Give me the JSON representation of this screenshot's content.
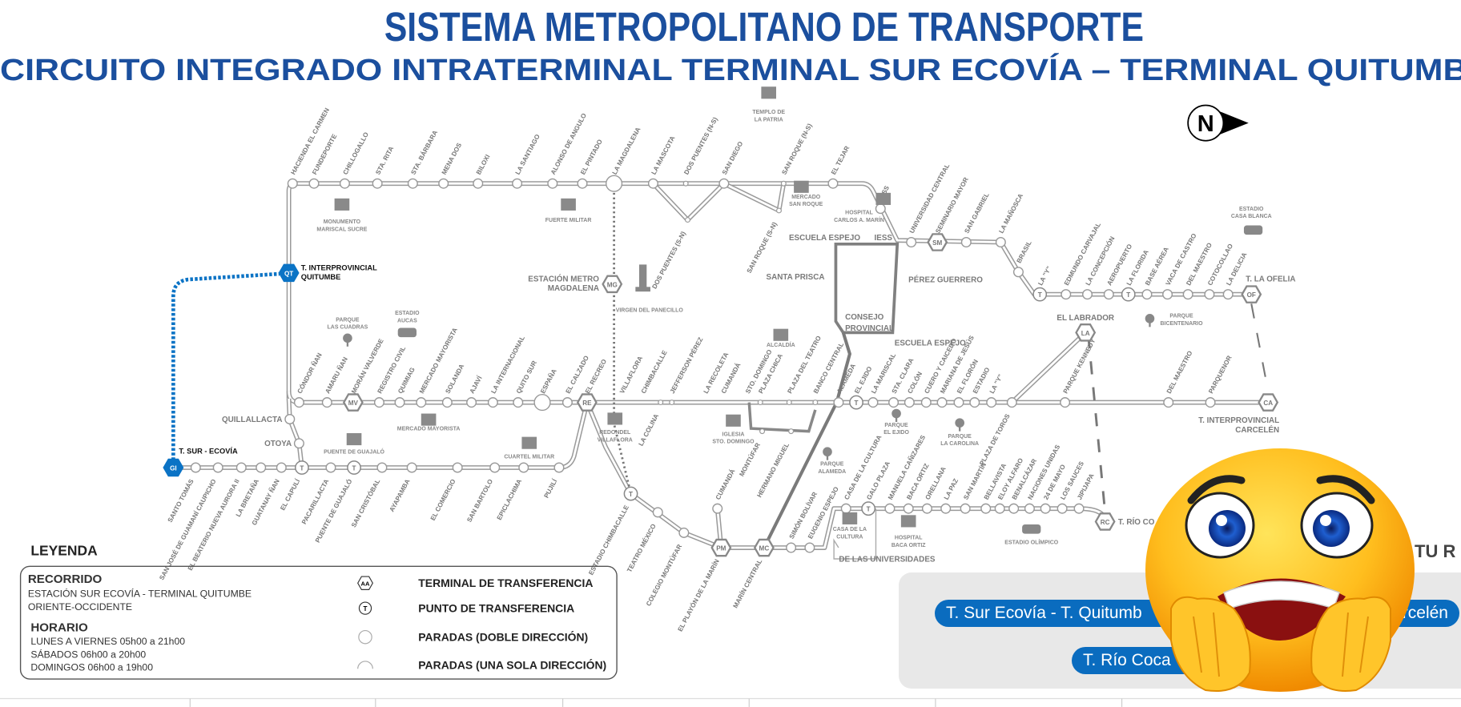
{
  "header": {
    "title": "SISTEMA METROPOLITANO DE TRANSPORTE",
    "subtitle": "CIRCUITO INTEGRADO INTRATERMINAL TERMINAL SUR ECOVÍA – TERMINAL QUITUMBE"
  },
  "compass": {
    "label": "N"
  },
  "colors": {
    "brand_blue": "#1b4f9e",
    "route_blue": "#0b73c5",
    "button_blue": "#0a6cbf",
    "line_gray": "#9a9a9a"
  },
  "map": {
    "top_row": [
      {
        "name": "HACIENDA EL CARMEN"
      },
      {
        "name": "FUNDEPORTE"
      },
      {
        "name": "CHILLOGALLO"
      },
      {
        "name": "STA. RITA"
      },
      {
        "name": "STA. BÁRBARA"
      },
      {
        "name": "MENA DOS"
      },
      {
        "name": "BILOXI"
      },
      {
        "name": "LA SANTIAGO"
      },
      {
        "name": "ALONSO DE ANGULO"
      },
      {
        "name": "EL PINTADO"
      },
      {
        "name": "LA MAGDALENA"
      },
      {
        "name": "LA MASCOTA"
      },
      {
        "name": "DOS PUENTES (N-S)"
      },
      {
        "name": "SAN DIEGO"
      },
      {
        "name": "SAN ROQUE (N-S)"
      },
      {
        "name": "EL TEJAR"
      },
      {
        "name": "IESS"
      },
      {
        "name": "UNIVERSIDAD CENTRAL"
      },
      {
        "name": "SEMINARIO MAYOR",
        "code": "SM"
      },
      {
        "name": "SAN GABRIEL"
      },
      {
        "name": "LA MAÑOSCA"
      },
      {
        "name": "BRASIL"
      },
      {
        "name": "LA \"Y\"",
        "code": "T"
      },
      {
        "name": "EDMUNDO CARVAJAL"
      },
      {
        "name": "LA CONCEPCIÓN"
      },
      {
        "name": "AEROPUERTO"
      },
      {
        "name": "LA FLORIDA",
        "code": "T"
      },
      {
        "name": "BASE AÉREA"
      },
      {
        "name": "VACA DE CASTRO"
      },
      {
        "name": "DEL MAESTRO"
      },
      {
        "name": "COTOCOLLAO"
      },
      {
        "name": "LA DELICIA"
      },
      {
        "name": "T. LA OFELIA",
        "code": "OF"
      },
      {
        "name": "DOS PUENTES (S-N)"
      },
      {
        "name": "SAN ROQUE (S-N)"
      }
    ],
    "middle_row": [
      {
        "name": "CÓNDOR ÑAN"
      },
      {
        "name": "AMARU ÑAN"
      },
      {
        "name": "MORÁN VALVERDE",
        "code": "MV"
      },
      {
        "name": "REGISTRO CIVIL"
      },
      {
        "name": "QUIMIAG"
      },
      {
        "name": "MERCADO MAYORISTA"
      },
      {
        "name": "SOLANDA"
      },
      {
        "name": "AJAVÍ"
      },
      {
        "name": "LA INTERNACIONAL"
      },
      {
        "name": "QUITO SUR"
      },
      {
        "name": "ESPAÑA"
      },
      {
        "name": "EL CALZADO"
      },
      {
        "name": "EL RECREO",
        "code": "RE"
      },
      {
        "name": "VILLAFLORA"
      },
      {
        "name": "CHIMBACALLE"
      },
      {
        "name": "LA COLINA"
      },
      {
        "name": "JEFFERSON PÉREZ"
      },
      {
        "name": "LA RECOLETA"
      },
      {
        "name": "CUMANDÁ"
      },
      {
        "name": "STO. DOMINGO"
      },
      {
        "name": "PLAZA CHICA"
      },
      {
        "name": "PLAZA DEL TEATRO"
      },
      {
        "name": "BANCO CENTRAL"
      },
      {
        "name": "ALAMEDA"
      },
      {
        "name": "EL EJIDO",
        "code": "T"
      },
      {
        "name": "LA MARISCAL"
      },
      {
        "name": "STA. CLARA"
      },
      {
        "name": "COLÓN"
      },
      {
        "name": "CUERO Y CAICEDO"
      },
      {
        "name": "MARIANA DE JESÚS"
      },
      {
        "name": "EL FLORÓN"
      },
      {
        "name": "ESTADIO"
      },
      {
        "name": "LA \"Y\""
      },
      {
        "name": "PLAZA DE TOROS"
      },
      {
        "name": "PARQUE KENNEDY"
      },
      {
        "name": "DEL MAESTRO"
      },
      {
        "name": "PARQUENOR"
      },
      {
        "name": "T. INTERPROVINCIAL",
        "name2": "CARCELÉN",
        "code": "CA"
      },
      {
        "name": "MONTÚFAR"
      },
      {
        "name": "HERMANO MIGUEL"
      },
      {
        "name": "QUILLALLACTA"
      },
      {
        "name": "OTOYA"
      }
    ],
    "bottom_row": [
      {
        "name": "T. SUR - ECOVÍA",
        "code": "GI"
      },
      {
        "name": "SANTO TOMÁS"
      },
      {
        "name": "SAN JOSÉ DE GUAMANÍ CAUPICHO"
      },
      {
        "name": "EL BEATERIO NUEVA AURORA II"
      },
      {
        "name": "LA BRETAÑA"
      },
      {
        "name": "GUATANAY ÑAN"
      },
      {
        "name": "EL CAPULÍ",
        "code": "T"
      },
      {
        "name": "PACARILLACTA"
      },
      {
        "name": "PUENTE DE GUAJALÓ",
        "code": "T"
      },
      {
        "name": "SAN CRISTÓBAL"
      },
      {
        "name": "AYAPAMBA"
      },
      {
        "name": "EL COMERCIO"
      },
      {
        "name": "SAN BARTOLO"
      },
      {
        "name": "EPICLACHIMA"
      },
      {
        "name": "PUJILÍ"
      }
    ],
    "south_row": [
      {
        "name": "ESTADIO CHIMBACALLE",
        "code": "T"
      },
      {
        "name": "TEATRO MÉXICO"
      },
      {
        "name": "COLEGIO MONTÚFAR"
      },
      {
        "name": "EL PLAYÓN DE LA MARÍN",
        "code": "PM"
      },
      {
        "name": "MARÍN CENTRAL",
        "code": "MC"
      },
      {
        "name": "CUMANDÁ"
      },
      {
        "name": "SIMÓN BOLÍVAR"
      },
      {
        "name": "EUGENIO ESPEJO"
      }
    ],
    "east_row": [
      {
        "name": "CASA DE LA CULTURA"
      },
      {
        "name": "GALO PLAZA",
        "code": "T"
      },
      {
        "name": "MANUELA CAÑIZARES"
      },
      {
        "name": "BACA ORTIZ"
      },
      {
        "name": "ORELLANA"
      },
      {
        "name": "LA PAZ"
      },
      {
        "name": "SAN MARTÍN"
      },
      {
        "name": "BELLAVISTA"
      },
      {
        "name": "ELOY ALFARO"
      },
      {
        "name": "BENALCÁZAR"
      },
      {
        "name": "NACIONES UNIDAS"
      },
      {
        "name": "24 DE MAYO"
      },
      {
        "name": "LOS SAUCES"
      },
      {
        "name": "JIPIJAPA"
      },
      {
        "name": "T. RÍO CO",
        "code": "RC"
      }
    ],
    "terminals": [
      {
        "name": "T. INTERPROVINCIAL",
        "name2": "QUITUMBE",
        "code": "QT"
      },
      {
        "name": "ESTACIÓN METRO",
        "name2": "MAGDALENA",
        "code": "MG"
      },
      {
        "name": "EL LABRADOR",
        "code": "LA"
      }
    ],
    "loop_labels": [
      "ESCUELA ESPEJO",
      "IESS",
      "SANTA PRISCA",
      "PÉREZ GUERRERO",
      "CONSEJO",
      "PROVINCIAL",
      "ESCUELA ESPEJO",
      "DE LAS UNIVERSIDADES"
    ],
    "landmarks": [
      {
        "name": "TEMPLO DE",
        "name2": "LA PATRIA",
        "icon": "monument-icon"
      },
      {
        "name": "MONUMENTO",
        "name2": "MARISCAL SUCRE",
        "icon": "horse-statue-icon"
      },
      {
        "name": "FUERTE MILITAR",
        "icon": "soldier-icon"
      },
      {
        "name": "VIRGEN DEL PANECILLO",
        "icon": "statue-icon"
      },
      {
        "name": "MERCADO",
        "name2": "SAN ROQUE",
        "icon": "market-icon"
      },
      {
        "name": "HOSPITAL",
        "name2": "CARLOS A. MARÍN",
        "icon": "hospital-icon"
      },
      {
        "name": "PARQUE",
        "name2": "LAS CUADRAS",
        "icon": "tree-icon"
      },
      {
        "name": "ESTADIO",
        "name2": "AUCAS",
        "icon": "stadium-icon"
      },
      {
        "name": "MERCADO MAYORISTA",
        "icon": "market-icon"
      },
      {
        "name": "PUENTE DE GUAJALÓ",
        "icon": "bridge-icon"
      },
      {
        "name": "CUARTEL MILITAR",
        "icon": "soldier-icon"
      },
      {
        "name": "REDONDEL",
        "name2": "VILLAFLORA",
        "icon": "fountain-icon"
      },
      {
        "name": "ALCALDÍA",
        "icon": "building-icon"
      },
      {
        "name": "IGLESIA",
        "name2": "STO. DOMINGO",
        "icon": "church-icon"
      },
      {
        "name": "PARQUE",
        "name2": "ALAMEDA",
        "icon": "tree-icon"
      },
      {
        "name": "PARQUE",
        "name2": "EL EJIDO",
        "icon": "tree-icon"
      },
      {
        "name": "PARQUE",
        "name2": "LA CAROLINA",
        "icon": "tree-icon"
      },
      {
        "name": "PARQUE",
        "name2": "BICENTENARIO",
        "icon": "tree-icon"
      },
      {
        "name": "ESTADIO",
        "name2": "CASA BLANCA",
        "icon": "stadium-icon"
      },
      {
        "name": "CASA DE LA",
        "name2": "CULTURA",
        "icon": "building-icon"
      },
      {
        "name": "HOSPITAL",
        "name2": "BACA ORTIZ",
        "icon": "hospital-icon"
      },
      {
        "name": "ESTADIO OLÍMPICO",
        "icon": "stadium-icon"
      }
    ]
  },
  "legend": {
    "title": "LEYENDA",
    "route_heading": "RECORRIDO",
    "route_lines": [
      "ESTACIÓN SUR ECOVÍA - TERMINAL QUITUMBE",
      "ORIENTE-OCCIDENTE"
    ],
    "schedule_heading": "HORARIO",
    "schedule_lines": [
      "LUNES A VIERNES  05h00 a 21h00",
      "SÁBADOS 06h00 a 20h00",
      "DOMINGOS  06h00 a 19h00"
    ],
    "symbol_hex_code": "AA",
    "symbol_t_code": "T",
    "items": [
      "TERMINAL DE TRANSFERENCIA",
      "PUNTO DE TRANSFERENCIA",
      "PARADAS (DOBLE DIRECCIÓN)",
      "PARADAS (UNA SOLA DIRECCIÓN)"
    ]
  },
  "routes_panel": {
    "heading": "TU R",
    "buttons": [
      "T. Sur Ecovía - T. Quitumb",
      "arcelén",
      "T. Río Coca"
    ]
  }
}
